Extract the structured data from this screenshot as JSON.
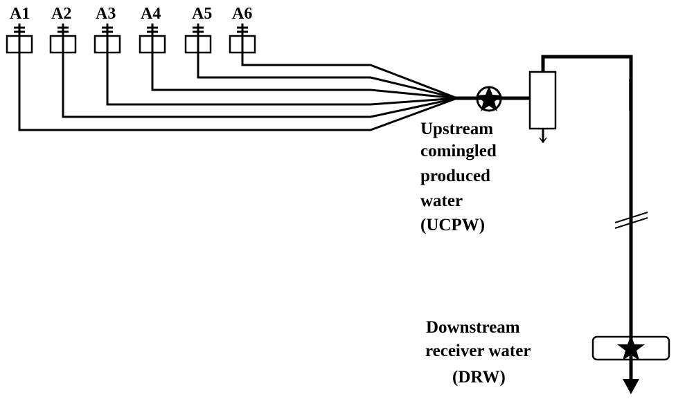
{
  "wells": [
    "A1",
    "A2",
    "A3",
    "A4",
    "A5",
    "A6"
  ],
  "upstream_label": [
    "Upstream",
    "comingled",
    "produced",
    "water",
    "(UCPW)"
  ],
  "downstream_label": [
    "Downstream",
    "receiver water",
    "(DRW)"
  ],
  "colors": {
    "line": "#000000",
    "background": "#ffffff"
  }
}
